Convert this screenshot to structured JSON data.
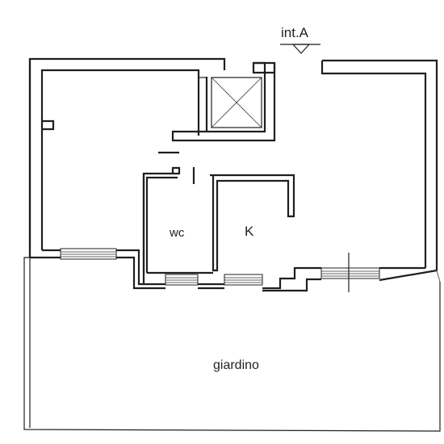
{
  "plan": {
    "entrance_label": "int.A",
    "rooms": {
      "wc": "wc",
      "kitchen": "K",
      "garden": "giardino"
    }
  }
}
